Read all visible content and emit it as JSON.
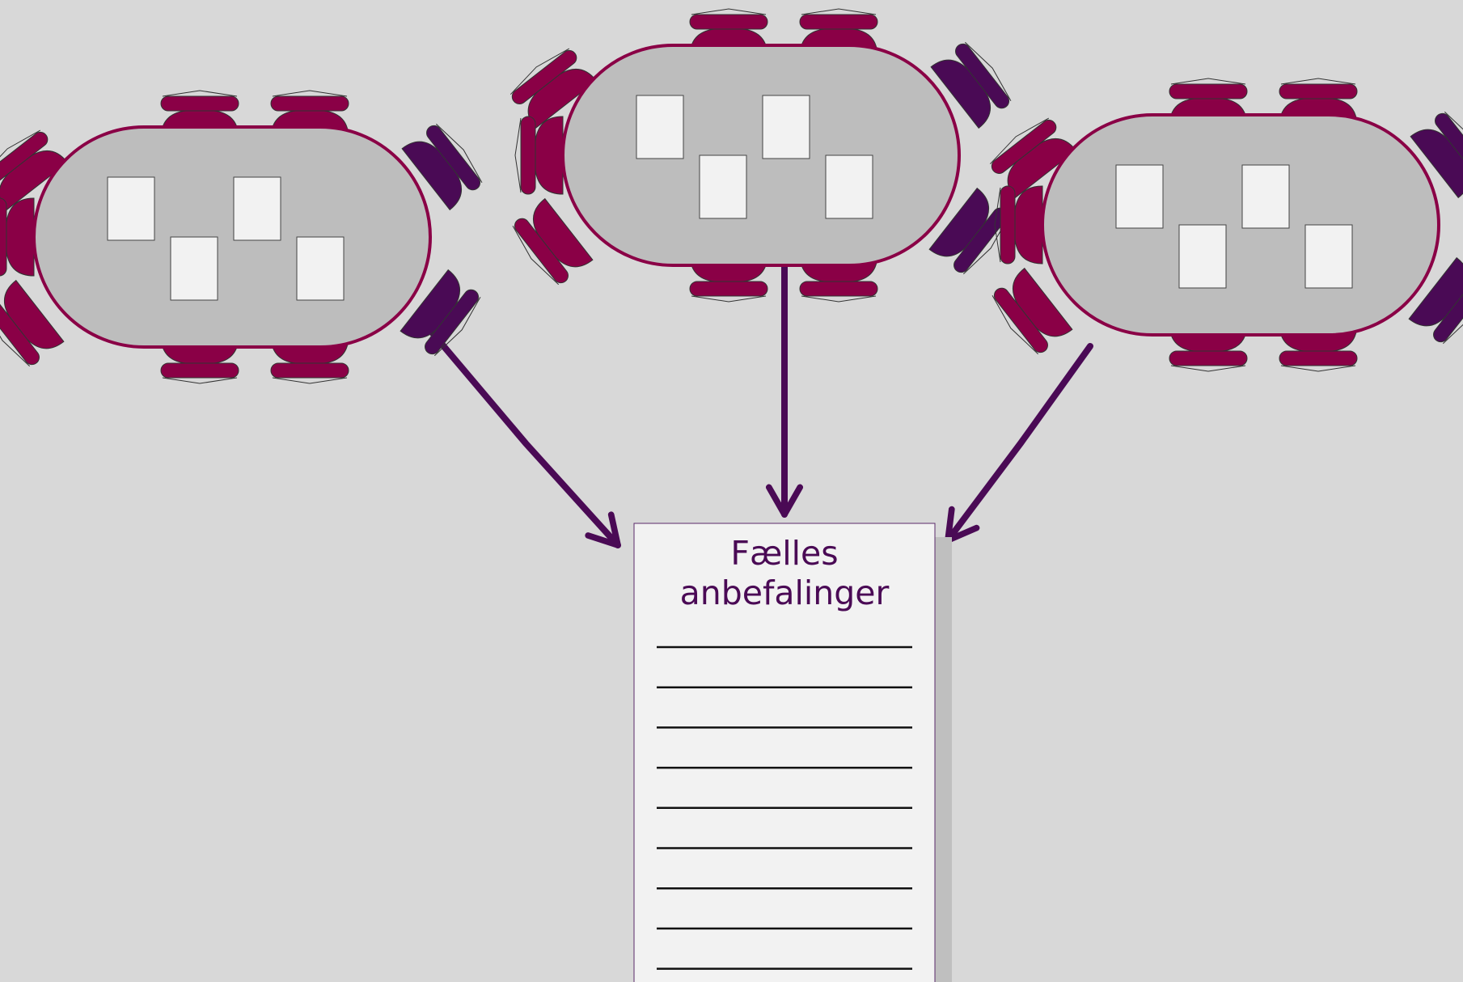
{
  "document": {
    "title": "Fælles\nanbefalinger",
    "line_count": 9
  },
  "tables": [
    {
      "name": "table-left",
      "seats_per_long_side": 2,
      "notes_on_table": 4
    },
    {
      "name": "table-middle",
      "seats_per_long_side": 2,
      "notes_on_table": 4
    },
    {
      "name": "table-right",
      "seats_per_long_side": 2,
      "notes_on_table": 4
    }
  ],
  "colors": {
    "background": "#d8d8d8",
    "table_fill": "#bdbdbd",
    "table_border": "#8a0046",
    "chair_front": "#8a0046",
    "chair_side": "#4a0a55",
    "arrow": "#4a0a55",
    "note_fill": "#f2f2f2",
    "document_fill": "#f2f2f2",
    "document_shadow": "#bfbfbf",
    "title_color": "#4a0a55"
  }
}
